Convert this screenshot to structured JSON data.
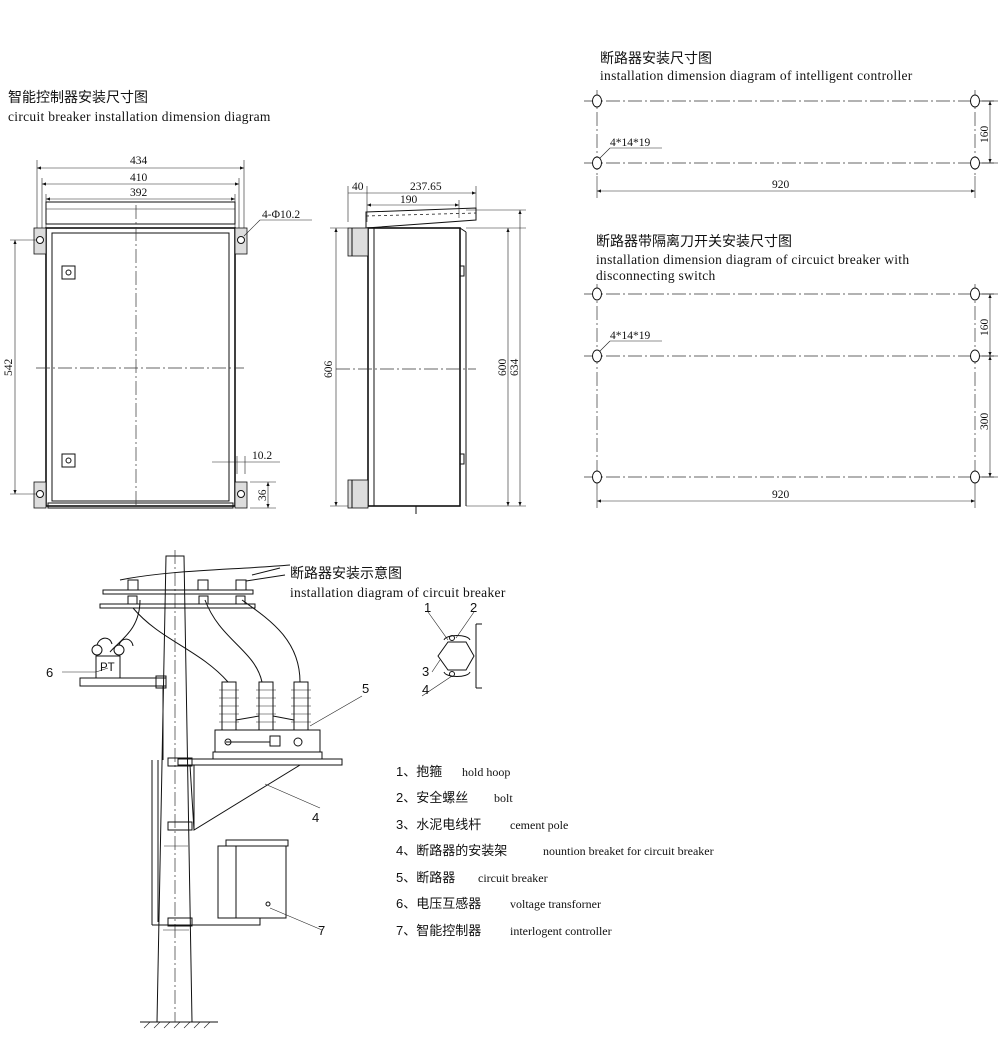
{
  "front_view": {
    "title_cn": "智能控制器安装尺寸图",
    "title_en": "circuit breaker installation dimension diagram",
    "dims": {
      "w434": "434",
      "w410": "410",
      "w392": "392",
      "holes": "4-Φ10.2",
      "h542": "542",
      "d10_2": "10.2",
      "d36": "36"
    }
  },
  "side_view": {
    "dims": {
      "d40": "40",
      "d237_65": "237.65",
      "d190": "190",
      "h606": "606",
      "h600": "600",
      "h634": "634"
    }
  },
  "controller_plan": {
    "title_cn": "断路器安装尺寸图",
    "title_en": "installation dimension diagram of intelligent controller",
    "holes": "4*14*19",
    "dims": {
      "h160": "160",
      "w920": "920"
    }
  },
  "disconnect_plan": {
    "title_cn": "断路器带隔离刀开关安装尺寸图",
    "title_en_1": "installation dimension diagram of circuict breaker with",
    "title_en_2": "disconnecting switch",
    "holes": "4*14*19",
    "dims": {
      "h160": "160",
      "h300": "300",
      "w920": "920"
    }
  },
  "install_view": {
    "title_cn": "断路器安装示意图",
    "title_en": "installation diagram of circuit breaker",
    "callouts": {
      "c1": "1",
      "c2": "2",
      "c3": "3",
      "c4": "4",
      "c5": "5",
      "c6": "6",
      "c7": "7",
      "c4b": "4"
    },
    "pt_label": "PT"
  },
  "legend": [
    {
      "cn": "1、抱箍",
      "en": "hold hoop"
    },
    {
      "cn": "2、安全螺丝",
      "en": "bolt"
    },
    {
      "cn": "3、水泥电线杆",
      "en": "cement pole"
    },
    {
      "cn": "4、断路器的安装架",
      "en": "nountion breaket for circuit breaker"
    },
    {
      "cn": "5、断路器",
      "en": "circuit breaker"
    },
    {
      "cn": "6、电压互感器",
      "en": "voltage transforner"
    },
    {
      "cn": "7、智能控制器",
      "en": "interlogent controller"
    }
  ]
}
